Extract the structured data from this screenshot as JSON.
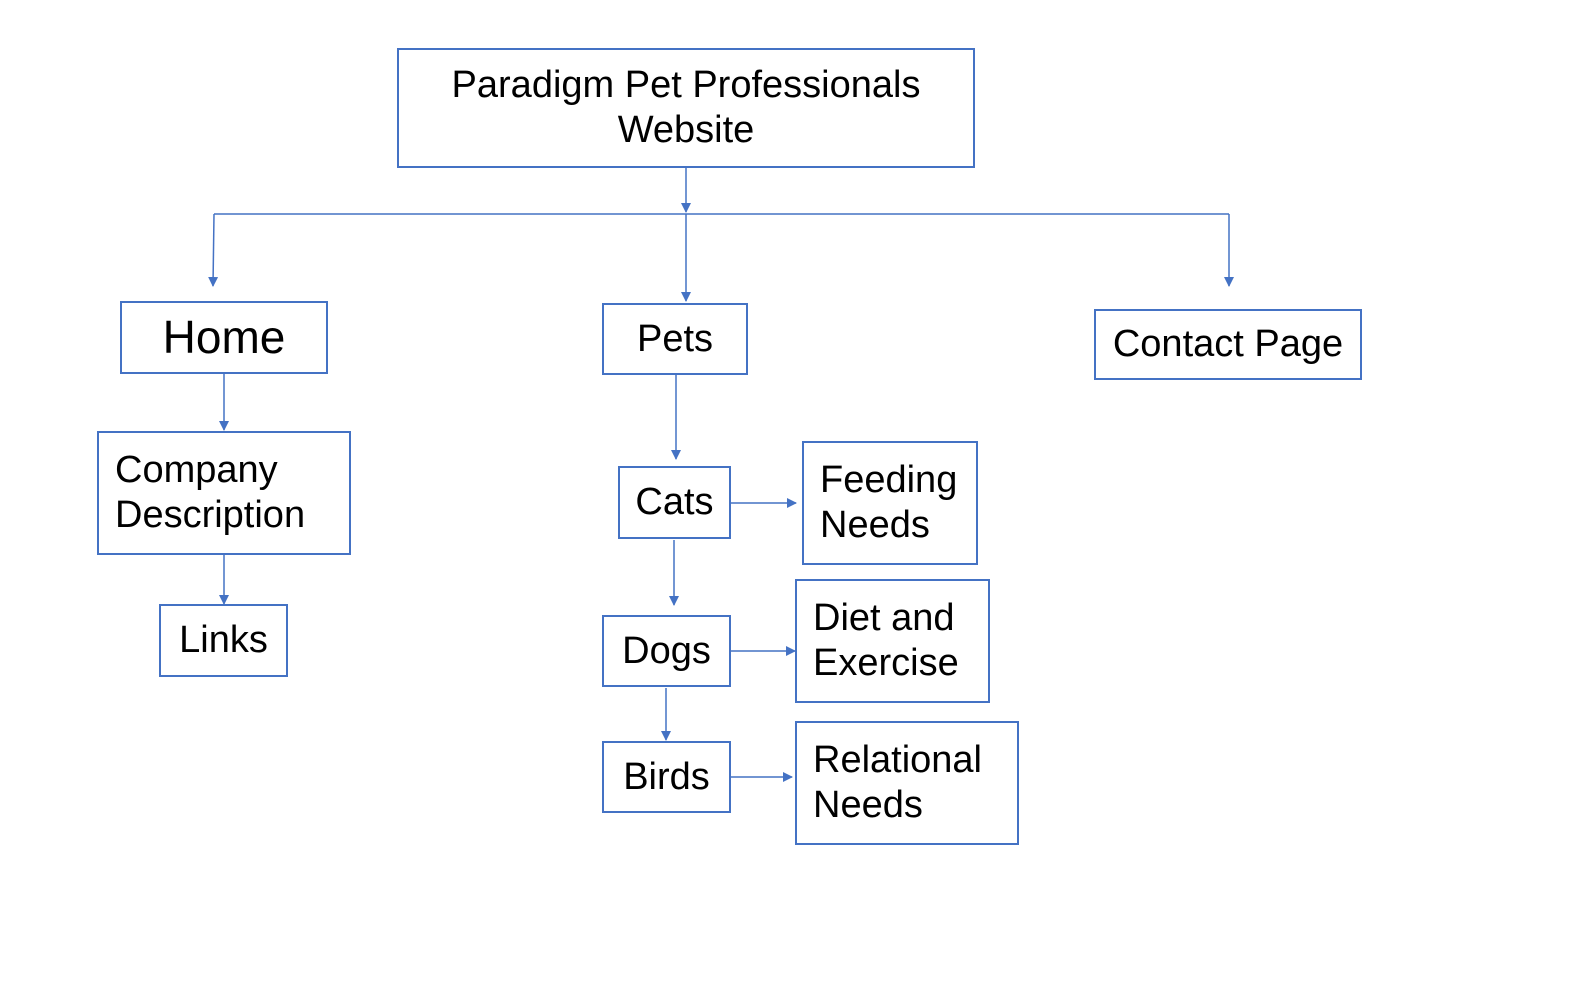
{
  "diagram": {
    "line_color": "#4472c4",
    "nodes": {
      "root": "Paradigm Pet Professionals\nWebsite",
      "home": "Home",
      "pets": "Pets",
      "contact": "Contact Page",
      "company": "Company\nDescription",
      "links": "Links",
      "cats": "Cats",
      "feeding": "Feeding\nNeeds",
      "dogs": "Dogs",
      "diet": "Diet and\nExercise",
      "birds": "Birds",
      "relational": "Relational\nNeeds"
    },
    "edges": [
      [
        "root",
        "home"
      ],
      [
        "root",
        "pets"
      ],
      [
        "root",
        "contact"
      ],
      [
        "home",
        "company"
      ],
      [
        "company",
        "links"
      ],
      [
        "pets",
        "cats"
      ],
      [
        "cats",
        "dogs"
      ],
      [
        "dogs",
        "birds"
      ],
      [
        "cats",
        "feeding"
      ],
      [
        "dogs",
        "diet"
      ],
      [
        "birds",
        "relational"
      ]
    ]
  }
}
